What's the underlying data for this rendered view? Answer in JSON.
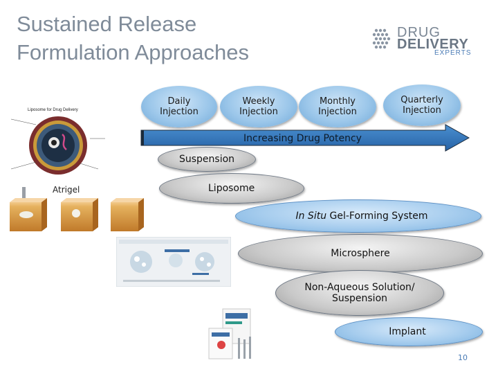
{
  "title": "Sustained Release\nFormulation Approaches",
  "logo": {
    "line1": "DRUG",
    "line2": "DELIVERY",
    "line3": "EXPERTS"
  },
  "frequencies": [
    {
      "label": "Daily\nInjection"
    },
    {
      "label": "Weekly\nInjection"
    },
    {
      "label": "Monthly\nInjection"
    },
    {
      "label": "Quarterly\nInjection"
    }
  ],
  "arrow_label": "Increasing Drug Potency",
  "technologies": [
    {
      "label": "Suspension"
    },
    {
      "label": "Liposome"
    },
    {
      "label": "In Situ Gel-Forming System",
      "italic_part": "In Situ",
      "rest": " Gel-Forming System"
    },
    {
      "label": "Microsphere"
    },
    {
      "label": "Non-Aqueous Solution/\nSuspension"
    },
    {
      "label": "Implant"
    }
  ],
  "figures": {
    "atrigel_label": "Atrigel"
  },
  "page_number": "10",
  "colors": {
    "blue_bubble": "#9cc7ea",
    "grey_bubble": "#cfcfcf",
    "arrow": "#2c6fb3",
    "title": "#7f8b99"
  }
}
